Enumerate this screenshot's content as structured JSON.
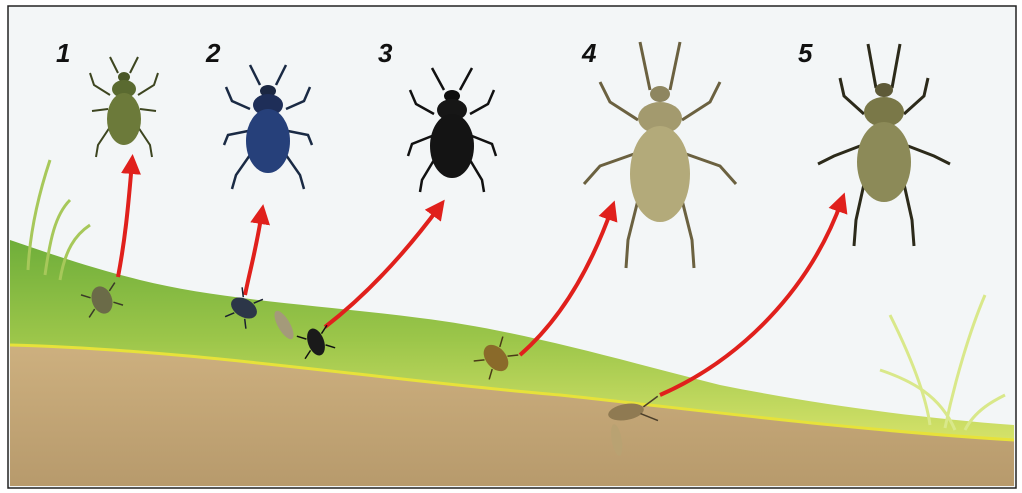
{
  "labels": [
    "1",
    "2",
    "3",
    "4",
    "5"
  ],
  "colors": {
    "sky": "#f3f6f7",
    "grass_light": "#b9d24a",
    "grass_dark": "#4e8f2e",
    "soil": "#c8a878",
    "soil_dark": "#a8845a",
    "boundary": "#e7e23a",
    "arrow": "#e0201c",
    "beetle_1": "#6c7a3a",
    "beetle_2": "#26407a",
    "beetle_3": "#141414",
    "beetle_4": "#b3aa7a",
    "beetle_5": "#8c8a58"
  },
  "icons": [
    "beetle-icon",
    "arrow-icon",
    "grass-icon"
  ]
}
